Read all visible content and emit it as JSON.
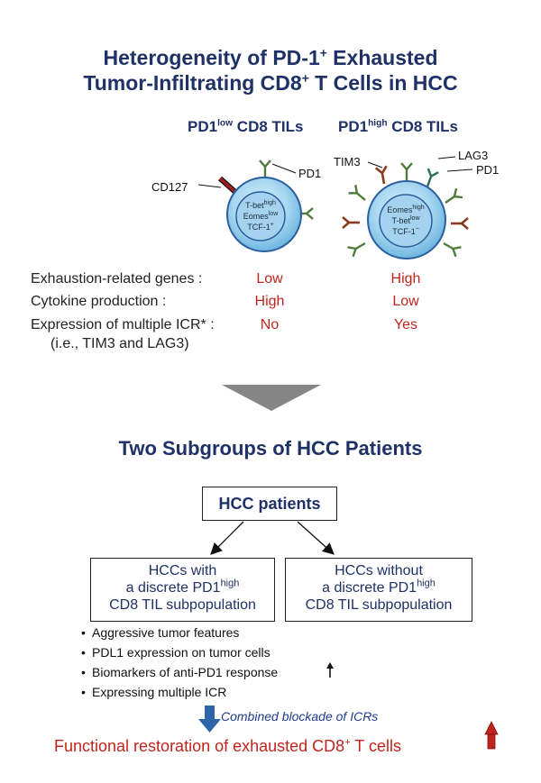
{
  "title": {
    "line1_pre": "Heterogeneity of PD-1",
    "line1_sup": "+",
    "line1_post": " Exhausted",
    "line2_pre": "Tumor-Infiltrating CD8",
    "line2_sup": "+",
    "line2_post": " T Cells in HCC"
  },
  "cells": {
    "left": {
      "header_pre": "PD1",
      "header_sup": "low",
      "header_post": " CD8 TILs",
      "labels": {
        "cd127": "CD127",
        "pd1": "PD1"
      },
      "markers": [
        {
          "base": "T-bet",
          "sup": "high"
        },
        {
          "base": "Eomes",
          "sup": "low"
        },
        {
          "base": "TCF-1",
          "sup": "+"
        }
      ]
    },
    "right": {
      "header_pre": "PD1",
      "header_sup": "high",
      "header_post": " CD8 TILs",
      "labels": {
        "tim3": "TIM3",
        "lag3": "LAG3",
        "pd1": "PD1"
      },
      "markers": [
        {
          "base": "Eomes",
          "sup": "high"
        },
        {
          "base": "T-bet",
          "sup": "low"
        },
        {
          "base": "TCF-1",
          "sup": "−"
        }
      ]
    }
  },
  "comparison": [
    {
      "property": "Exhaustion-related genes :",
      "low": "Low",
      "high": "High"
    },
    {
      "property": "Cytokine production :",
      "low": "High",
      "high": "Low"
    },
    {
      "property": "Expression of multiple ICR* :",
      "low": "No",
      "high": "Yes"
    }
  ],
  "comparison_note": "(i.e., TIM3 and LAG3)",
  "subgroups": {
    "title": "Two Subgroups of HCC Patients",
    "root": "HCC patients",
    "left_box": {
      "line1": "HCCs with",
      "line2_pre": "a discrete PD1",
      "line2_sup": "high",
      "line3": "CD8 TIL subpopulation"
    },
    "right_box": {
      "line1": "HCCs without",
      "line2_pre": "a discrete PD1",
      "line2_sup": "high",
      "line3": "CD8  TIL subpopulation"
    },
    "bullets": [
      "Aggressive tumor features",
      "PDL1 expression on tumor cells",
      "Biomarkers of anti-PD1 response",
      "Expressing multiple ICR"
    ],
    "combined": "Combined blockade of ICRs",
    "final_pre": "Functional  restoration of exhausted  CD8",
    "final_sup": "+",
    "final_post": " T cells"
  },
  "colors": {
    "title": "#1f3166",
    "red": "#c0251d",
    "cell_fill": "#86c7ea",
    "cell_outline": "#2b5f9e",
    "receptor_green": "#4f7a3a",
    "receptor_brown": "#8a3b1e",
    "arrow_gray": "#858585",
    "down_arrow_blue": "#2e64a8"
  }
}
